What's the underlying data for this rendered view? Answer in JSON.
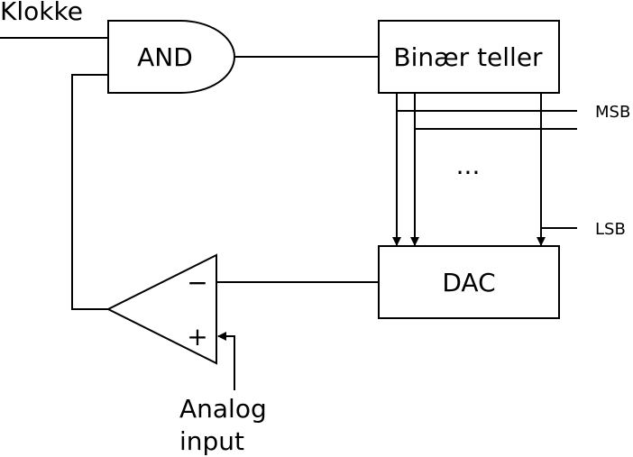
{
  "diagram": {
    "clock_label": "Klokke",
    "and_gate_label": "AND",
    "counter_label": "Binær teller",
    "msb_label": "MSB",
    "lsb_label": "LSB",
    "ellipsis": "...",
    "dac_label": "DAC",
    "comparator_minus": "−",
    "comparator_plus": "+",
    "analog_input_line1": "Analog",
    "analog_input_line2": "input"
  }
}
